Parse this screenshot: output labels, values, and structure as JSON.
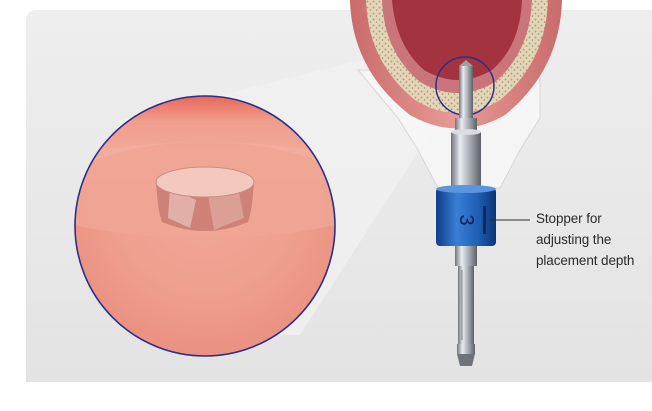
{
  "annotation": {
    "lines": [
      "Stopper for",
      "adjusting the",
      "placement depth"
    ]
  },
  "stopper": {
    "depth_number": "3",
    "color": "#1f5fb5"
  },
  "colors": {
    "background": "#e6e6e6",
    "gum": "#d77f7f",
    "bone": "#d9cdb0",
    "magnifier_border": "#2b2f8a",
    "tissue": "#e98a7c"
  }
}
